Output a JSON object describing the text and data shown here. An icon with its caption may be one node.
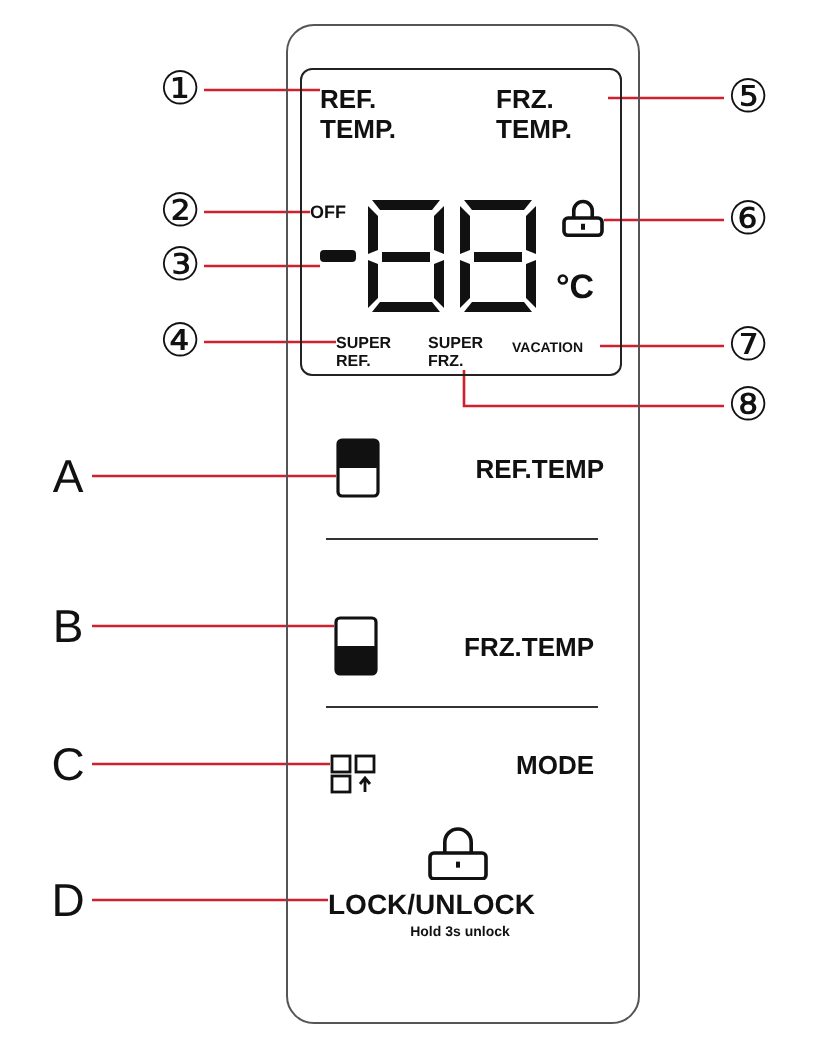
{
  "diagram": {
    "nodes": [
      {
        "text": [],
        "shape": "box"
      },
      {
        "text": [],
        "shape": "box",
        "in": 0
      },
      {
        "text": [
          "REF. TEMP."
        ],
        "in": 1
      },
      {
        "text": [
          "FRZ. TEMP."
        ],
        "in": 1
      },
      {
        "text": [
          "OFF"
        ],
        "in": 1
      },
      {
        "text": [],
        "shape": "display",
        "in": 1
      },
      {
        "text": [],
        "shape": "lock",
        "in": 1
      },
      {
        "text": [
          "SUPER REF."
        ],
        "in": 1
      },
      {
        "text": [
          "SUPER FRZ."
        ],
        "in": 1
      },
      {
        "text": [
          "VACATION"
        ],
        "in": 1
      },
      {
        "text": [],
        "shape": "box",
        "in": 0,
        "beside": [
          "REF.TEMP"
        ]
      },
      {
        "text": [],
        "shape": "box",
        "in": 0,
        "beside": [
          "FRZ.TEMP"
        ]
      },
      {
        "text": [],
        "shape": "icon",
        "in": 0
      },
      {
        "text": [
          "LOCK/UNLOCK"
        ],
        "in": 0,
        "beside": [
          "Hold 3s unlock"
        ]
      },
      {
        "text": [
          "①"
        ]
      },
      {
        "text": [
          "②"
        ]
      },
      {
        "text": [
          "③"
        ]
      },
      {
        "text": [
          "④"
        ]
      },
      {
        "text": [
          "⑤"
        ]
      },
      {
        "text": [
          "⑥"
        ]
      },
      {
        "text": [
          "⑦"
        ]
      },
      {
        "text": [
          "⑧"
        ]
      },
      {
        "text": [
          "A"
        ]
      },
      {
        "text": [
          "B"
        ]
      },
      {
        "text": [
          "C"
        ]
      },
      {
        "text": [
          "D"
        ]
      }
    ],
    "edges": [
      {
        "from": 14,
        "to": 2,
        "arrow": "none"
      },
      {
        "from": 15,
        "to": 4,
        "arrow": "none"
      },
      {
        "from": 16,
        "to": 5,
        "arrow": "none"
      },
      {
        "from": 17,
        "to": 7,
        "arrow": "none"
      },
      {
        "from": 18,
        "to": 3,
        "arrow": "none"
      },
      {
        "from": 19,
        "to": 6,
        "arrow": "none"
      },
      {
        "from": 20,
        "to": 9,
        "arrow": "none"
      },
      {
        "from": 21,
        "to": 8,
        "arrow": "none"
      },
      {
        "from": 22,
        "to": 10,
        "arrow": "none"
      },
      {
        "from": 23,
        "to": 11,
        "arrow": "none"
      },
      {
        "from": 24,
        "to": 12,
        "arrow": "none"
      },
      {
        "from": 25,
        "to": 13,
        "arrow": "none"
      }
    ],
    "labels": [
      "°C",
      "MODE"
    ]
  }
}
